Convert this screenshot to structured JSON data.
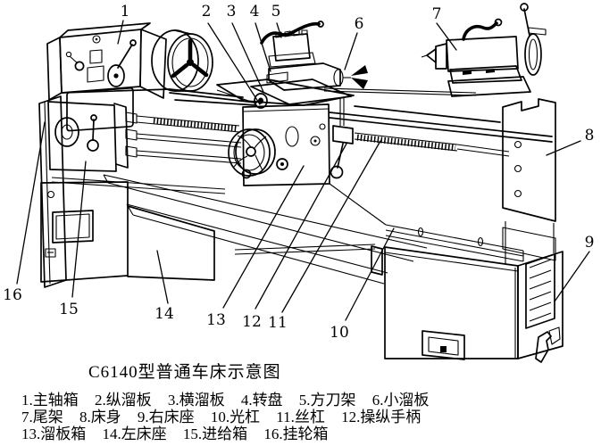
{
  "title": "C6140型普通车床示意图",
  "colors": {
    "ink": "#000000",
    "paper": "#ffffff"
  },
  "callouts": [
    "1",
    "2",
    "3",
    "4",
    "5",
    "6",
    "7",
    "8",
    "9",
    "10",
    "11",
    "12",
    "13",
    "14",
    "15",
    "16"
  ],
  "legend": {
    "rows": [
      {
        "items": [
          {
            "num": "1.",
            "name": "主轴箱"
          },
          {
            "num": "2.",
            "name": "纵溜板"
          },
          {
            "num": "3.",
            "name": "横溜板"
          },
          {
            "num": "4.",
            "name": "转盘"
          },
          {
            "num": "5.",
            "name": "方刀架"
          },
          {
            "num": "6.",
            "name": "小溜板"
          }
        ]
      },
      {
        "items": [
          {
            "num": "7.",
            "name": "尾架"
          },
          {
            "num": "8.",
            "name": "床身"
          },
          {
            "num": "9.",
            "name": "右床座"
          },
          {
            "num": "10.",
            "name": "光杠"
          },
          {
            "num": "11.",
            "name": "丝杠"
          },
          {
            "num": "12.",
            "name": "操纵手柄"
          }
        ]
      },
      {
        "items": [
          {
            "num": "13.",
            "name": "溜板箱"
          },
          {
            "num": "14.",
            "name": "左床座"
          },
          {
            "num": "15.",
            "name": "进给箱"
          },
          {
            "num": "16.",
            "name": "挂轮箱"
          }
        ]
      }
    ]
  }
}
